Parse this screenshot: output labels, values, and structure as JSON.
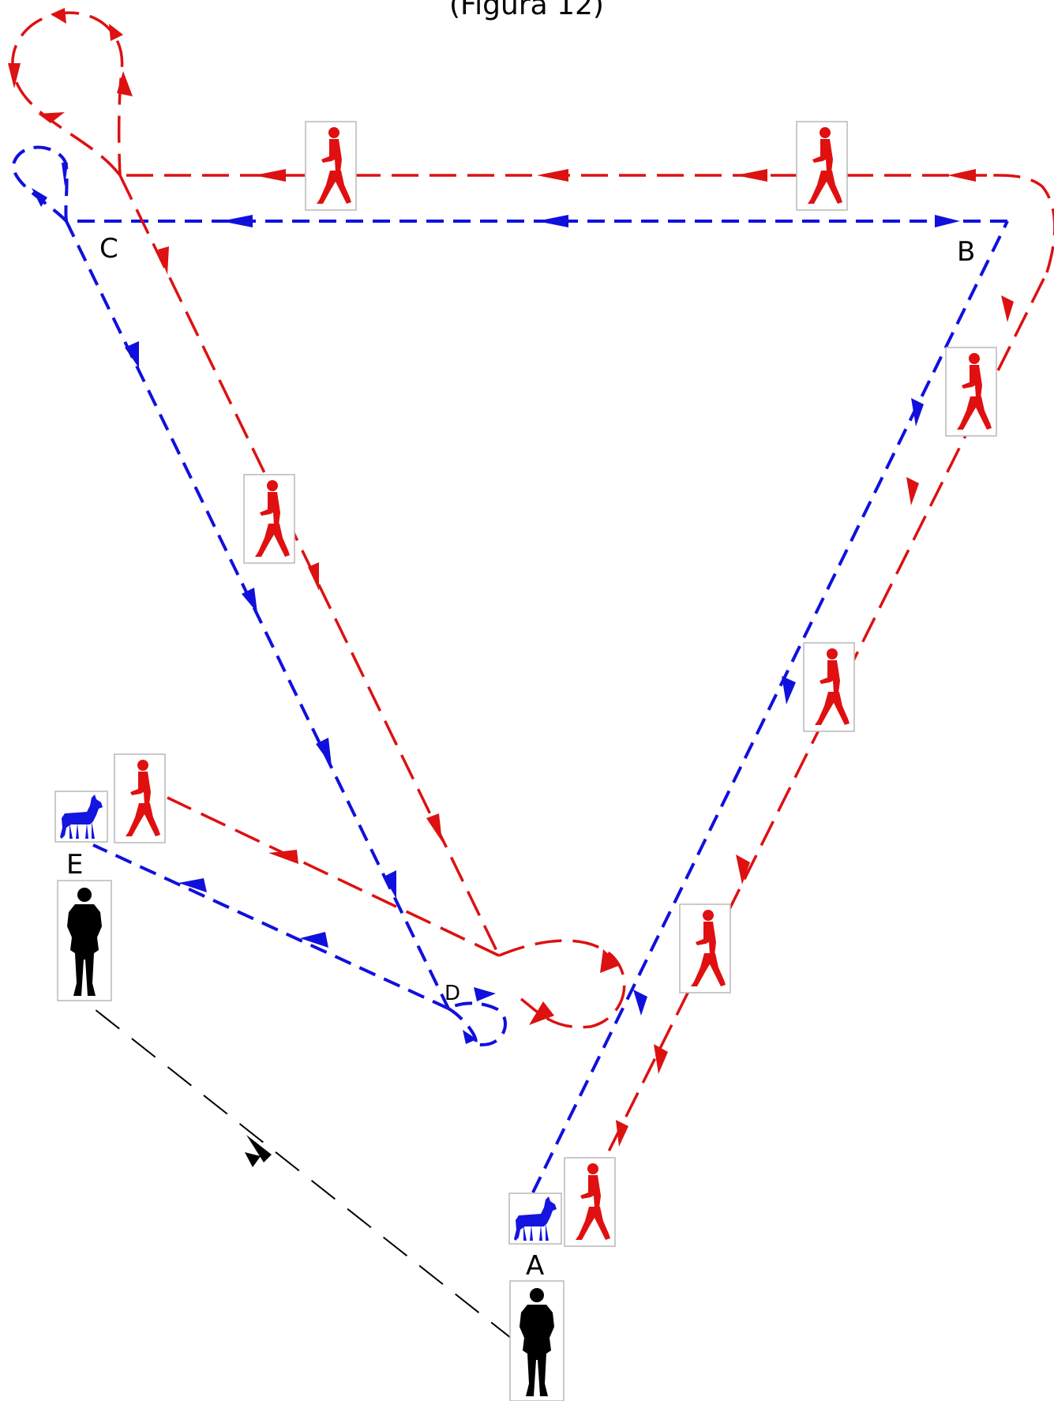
{
  "caption": "(Figura 12)",
  "points": {
    "A": "A",
    "B": "B",
    "C": "C",
    "D": "D",
    "E": "E"
  },
  "colors": {
    "handler_path": "#dd1111",
    "dog_path": "#1010dd",
    "judge_path": "#000000",
    "handler_figure": "#e01010",
    "dog_figure": "#1515e0",
    "judge_figure": "#000000"
  },
  "icons": {
    "handler": "walking-person-icon",
    "dog": "dog-icon",
    "judge": "standing-person-icon"
  }
}
